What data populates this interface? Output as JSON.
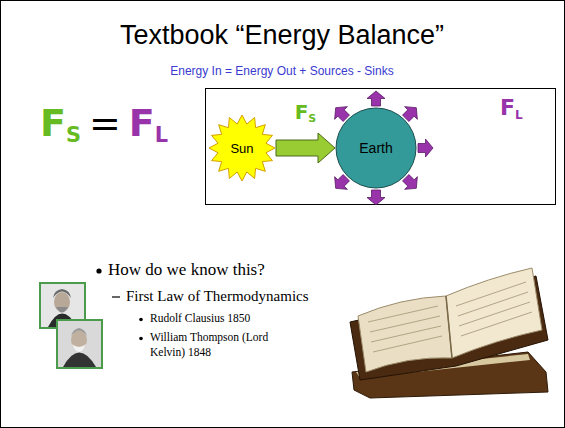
{
  "diagram": {
    "title": "Textbook “Energy Balance”",
    "nodes": [
      {
        "text": [
          "Sun"
        ]
      },
      {
        "text": [
          "Earth"
        ]
      }
    ],
    "edges": [
      {
        "from": 0,
        "to": 1,
        "arrow": "to",
        "label": "FS"
      }
    ],
    "labels": [
      "Energy In = Energy Out + Sources - Sinks",
      "FS",
      "=",
      "FL",
      "FL",
      "How do we know this?",
      "First Law of Thermodynamics",
      "Rudolf Clausius 1850",
      "William Thompson (Lord Kelvin) 1848"
    ]
  }
}
